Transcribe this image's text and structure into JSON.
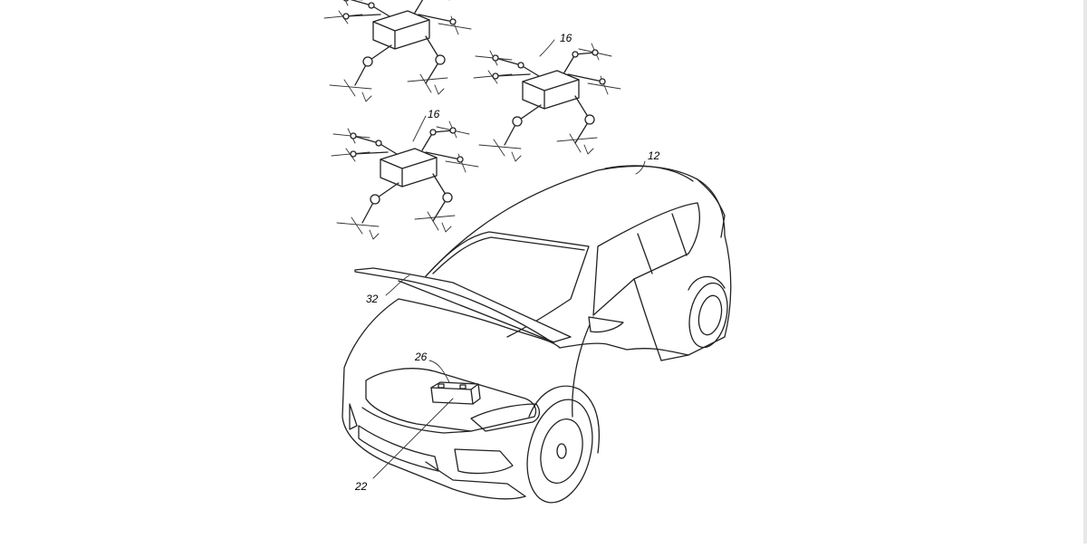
{
  "figure": {
    "labels": {
      "drone_top": "16",
      "drone_mid": "16",
      "vehicle": "12",
      "hood": "32",
      "battery": "26",
      "connector": "22"
    }
  },
  "colors": {
    "line": "#222222",
    "background": "#ffffff"
  },
  "icons": [
    "drone-icon",
    "vehicle-icon",
    "battery-icon"
  ]
}
